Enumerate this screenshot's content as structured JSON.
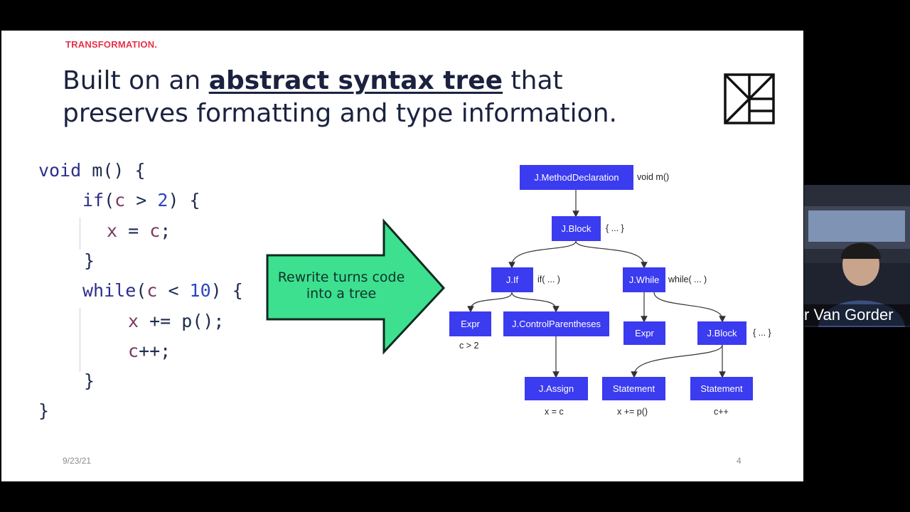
{
  "slide": {
    "brand": "TRANSFORMATION.",
    "title_part1": "Built on an ",
    "title_emphasis": "abstract syntax tree",
    "title_part2": " that preserves formatting and type information.",
    "code_lines": [
      "void m() {",
      "if(c > 2) {",
      "x = c;",
      "}",
      "while(c < 10) {",
      "x += p();",
      "c++;",
      "}",
      "}"
    ],
    "arrow_text": "Rewrite turns code into a tree",
    "date": "9/23/21",
    "page_number": "4"
  },
  "tree": {
    "nodes": {
      "method_decl": "J.MethodDeclaration",
      "block_top": "J.Block",
      "if": "J.If",
      "while": "J.While",
      "expr_if": "Expr",
      "control_parens": "J.ControlParentheses",
      "expr_while": "Expr",
      "block_while": "J.Block",
      "assign": "J.Assign",
      "statement1": "Statement",
      "statement2": "Statement"
    },
    "annotations": {
      "method_decl": "void m()",
      "block_top": "{ ... }",
      "if": "if( ... )",
      "while": "while( ... )",
      "expr_if": "c > 2",
      "block_while": "{ ... }",
      "assign": "x = c",
      "statement1": "x += p()",
      "statement2": "c++"
    },
    "node_color": "#3b3bf0"
  },
  "video": {
    "participant_name": "r Van Gorder"
  },
  "colors": {
    "brand_red": "#e8314a",
    "arrow_green": "#3de08f",
    "title_navy": "#1b2240"
  }
}
